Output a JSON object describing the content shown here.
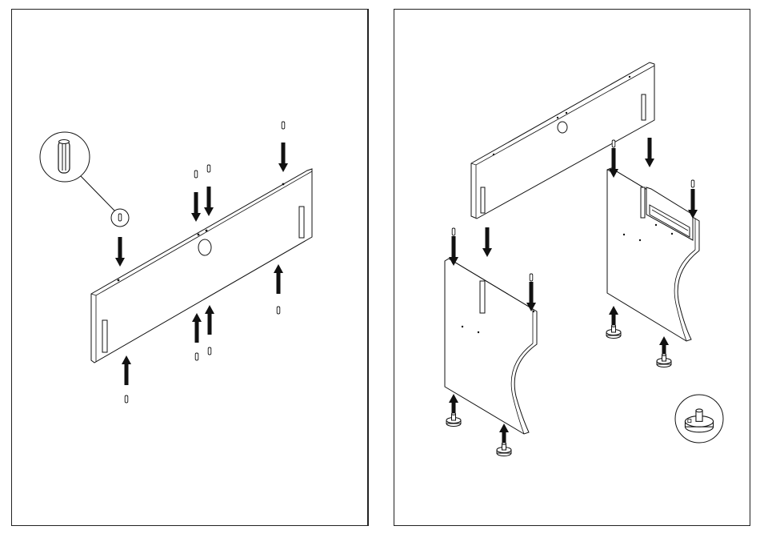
{
  "document": {
    "type": "assembly-instructions",
    "steps": [
      {
        "id": "left",
        "description_visible": false
      },
      {
        "id": "right",
        "description_visible": false
      }
    ],
    "colors": {
      "line": "#111111",
      "background": "#ffffff"
    },
    "icons": [
      "dowel-pin-icon",
      "cam-bolt-icon",
      "leveling-foot-icon",
      "push-arrow-icon"
    ]
  }
}
